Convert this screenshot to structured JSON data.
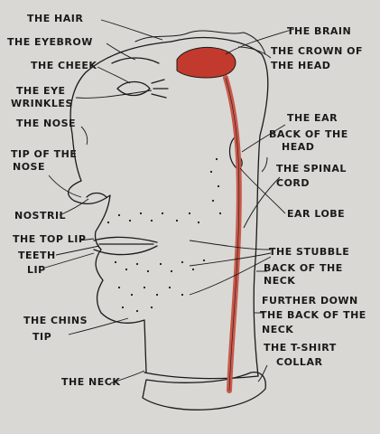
{
  "colors": {
    "paper": "#d9d8d4",
    "ink": "#1a1a1a",
    "brain": "#c23a2e",
    "spine": "#c9584a"
  },
  "labels": {
    "hair": "THE HAIR",
    "eyebrow": "THE EYEBROW",
    "cheek": "THE CHEEK",
    "eye_wrinkles_1": "THE EYE",
    "eye_wrinkles_2": "WRINKLES",
    "nose": "THE NOSE",
    "tip_nose_1": "TIP OF THE",
    "tip_nose_2": "NOSE",
    "nostril": "NOSTRIL",
    "top_lip": "THE TOP LIP",
    "teeth": "TEETH",
    "lip": "LIP",
    "chins_tip_1": "THE CHINS",
    "chins_tip_2": "TIP",
    "neck": "THE NECK",
    "brain": "THE BRAIN",
    "crown_1": "THE CROWN OF",
    "crown_2": "THE HEAD",
    "ear": "THE EAR",
    "back_head_1": "BACK OF THE",
    "back_head_2": "HEAD",
    "spinal_1": "THE SPINAL",
    "spinal_2": "CORD",
    "ear_lobe": "EAR LOBE",
    "stubble": "THE STUBBLE",
    "back_neck_1": "BACK OF THE",
    "back_neck_2": "NECK",
    "further_1": "FURTHER DOWN",
    "further_2": "THE BACK OF THE",
    "further_3": "NECK",
    "collar_1": "THE T-SHIRT",
    "collar_2": "COLLAR"
  }
}
